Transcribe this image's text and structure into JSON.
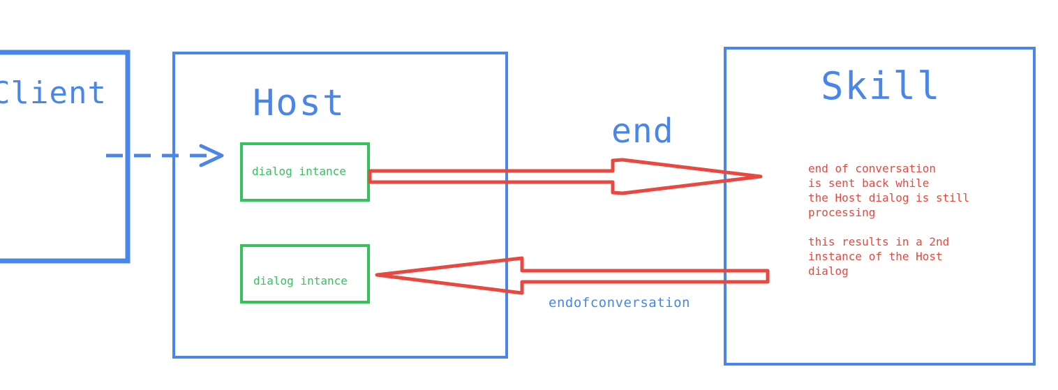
{
  "nodes": {
    "client": "Client",
    "host": "Host",
    "skill": "Skill"
  },
  "dialogs": {
    "first": "dialog intance",
    "second": "dialog intance"
  },
  "edges": {
    "end": "end",
    "endofconversation": "endofconversation"
  },
  "notes": {
    "paragraph1": [
      "end of conversation",
      "is sent back while",
      "the Host dialog is still",
      "processing"
    ],
    "paragraph2": [
      "this results in a 2nd",
      "instance of the Host",
      "dialog"
    ]
  },
  "colors": {
    "box": "#4a86e8",
    "dialog": "#34c25a",
    "arrow": "#e8483f",
    "text_blue": "#4a86e8",
    "text_red": "#e8483f"
  }
}
